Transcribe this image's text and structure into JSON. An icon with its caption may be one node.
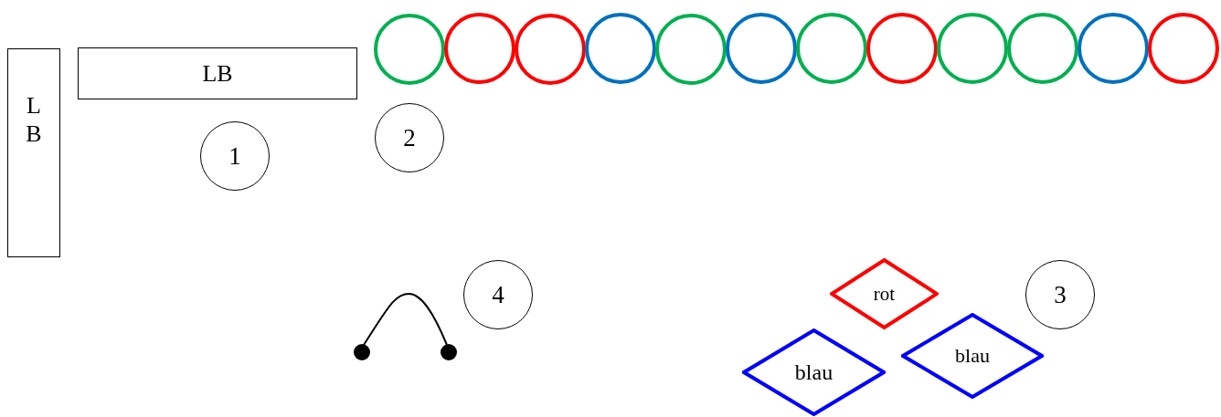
{
  "diagram": {
    "nodes": [
      {
        "text": [
          "L B"
        ]
      },
      {
        "text": [
          "LB"
        ]
      },
      {
        "text": [],
        "shape": "circle"
      },
      {
        "text": [],
        "shape": "circle"
      },
      {
        "text": [],
        "shape": "circle"
      },
      {
        "text": [],
        "shape": "circle"
      },
      {
        "text": [],
        "shape": "circle"
      },
      {
        "text": [],
        "shape": "circle"
      },
      {
        "text": [],
        "shape": "circle"
      },
      {
        "text": [],
        "shape": "circle"
      },
      {
        "text": [],
        "shape": "circle"
      },
      {
        "text": [],
        "shape": "circle"
      },
      {
        "text": [],
        "shape": "circle"
      },
      {
        "text": [],
        "shape": "circle"
      },
      {
        "text": [
          "2"
        ]
      },
      {
        "text": [
          "1"
        ]
      },
      {
        "text": [
          "rot"
        ]
      },
      {
        "text": [
          "4"
        ]
      },
      {
        "text": [
          "3"
        ]
      },
      {
        "text": [
          "blau"
        ]
      },
      {
        "text": [],
        "shape": "circle"
      },
      {
        "text": [],
        "shape": "circle"
      },
      {
        "text": [
          "blau"
        ]
      }
    ],
    "edges": [
      {
        "from": 20,
        "to": 21,
        "arrow": "none"
      }
    ]
  }
}
